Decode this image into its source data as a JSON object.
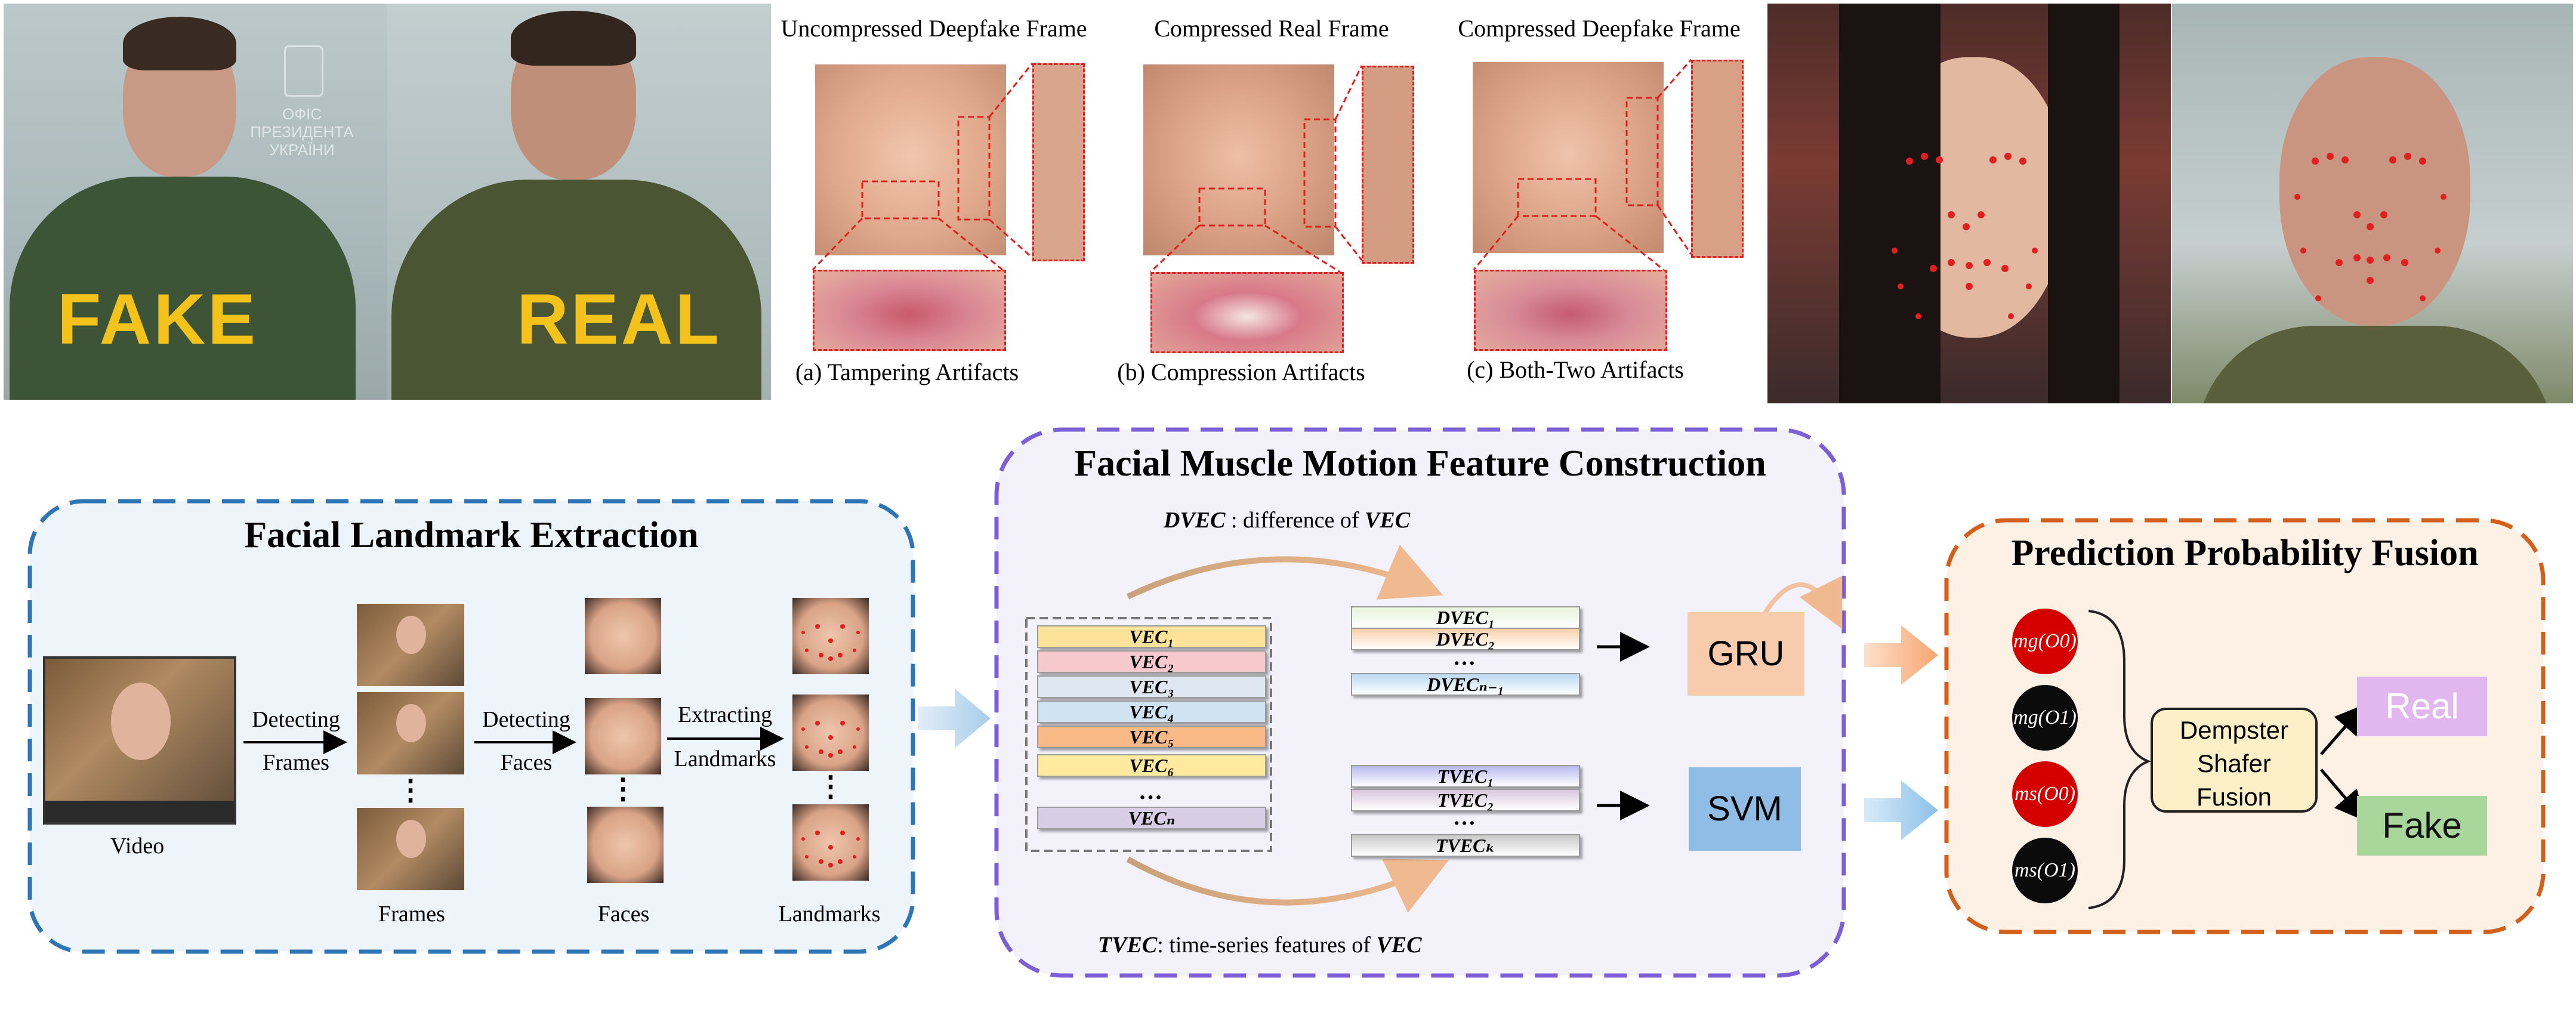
{
  "top": {
    "fake_real": {
      "fake_label": "FAKE",
      "real_label": "REAL",
      "sign_text": [
        "ОФІС",
        "ПРЕЗИДЕНТА",
        "УКРАЇНИ"
      ]
    },
    "frames": [
      {
        "title": "Uncompressed Deepfake Frame",
        "caption": "(a) Tampering Artifacts"
      },
      {
        "title": "Compressed Real Frame",
        "caption": "(b) Compression Artifacts"
      },
      {
        "title": "Compressed Deepfake Frame",
        "caption": "(c) Both-Two Artifacts"
      }
    ]
  },
  "extraction": {
    "title": "Facial Landmark Extraction",
    "video_label": "Video",
    "steps": [
      {
        "line1": "Detecting",
        "line2": "Frames"
      },
      {
        "line1": "Detecting",
        "line2": "Faces"
      },
      {
        "line1": "Extracting",
        "line2": "Landmarks"
      }
    ],
    "column_labels": [
      "Frames",
      "Faces",
      "Landmarks"
    ],
    "ellipsis": "⋮"
  },
  "construction": {
    "title": "Facial Muscle Motion Feature Construction",
    "dvec_note": {
      "term": "DVEC",
      "text": " : difference of ",
      "ref": "VEC"
    },
    "tvec_note": {
      "term": "TVEC",
      "text": ": time-series features of ",
      "ref": "VEC"
    },
    "vec_items": [
      "VEC₁",
      "VEC₂",
      "VEC₃",
      "VEC₄",
      "VEC₅",
      "VEC₆",
      "…",
      "VECₙ"
    ],
    "dvec_items": [
      "DVEC₁",
      "DVEC₂",
      "…",
      "DVECₙ₋₁"
    ],
    "tvec_items": [
      "TVEC₁",
      "TVEC₂",
      "…",
      "TVECₖ"
    ],
    "gru_label": "GRU",
    "svm_label": "SVM"
  },
  "fusion": {
    "title": "Prediction Probability Fusion",
    "masses": [
      "mg(O0)",
      "mg(O1)",
      "ms(O0)",
      "ms(O1)"
    ],
    "dempster_lines": [
      "Dempster",
      "Shafer",
      "Fusion"
    ],
    "real_label": "Real",
    "fake_label": "Fake"
  },
  "colors": {
    "extraction_border": "#2e75b6",
    "extraction_bg": "#eef5fa",
    "construction_border": "#7b5fd6",
    "construction_bg": "#f3f2fb",
    "fusion_border": "#d2601a",
    "fusion_bg": "#fdf1e6",
    "gru_fill": "#f8cbad",
    "svm_fill": "#8fbde6",
    "real_fill": "#e2b6ef",
    "fake_fill": "#a9d69b",
    "yellow_text": "#f3c21b"
  }
}
